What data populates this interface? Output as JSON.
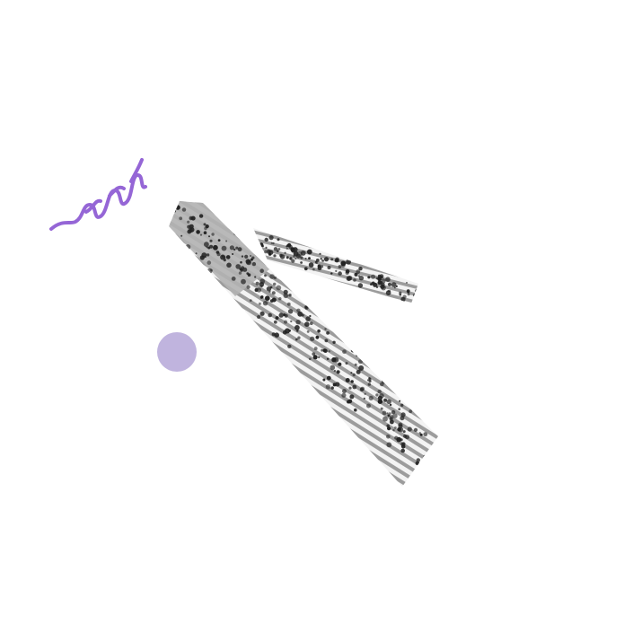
{
  "canvas": {
    "background": "#ffffff"
  },
  "decorations": {
    "squiggle": {
      "shape": "squiggle-line",
      "color": "#9566d6"
    },
    "dot": {
      "shape": "circle",
      "color": "#c0b4de"
    }
  },
  "photo_strip": {
    "subject": "crowd-on-zebra-crossing",
    "style": "grayscale",
    "colors": {
      "ground": "#9c9c9c",
      "stripe": "#f3f3f3",
      "people": "#222222"
    }
  }
}
